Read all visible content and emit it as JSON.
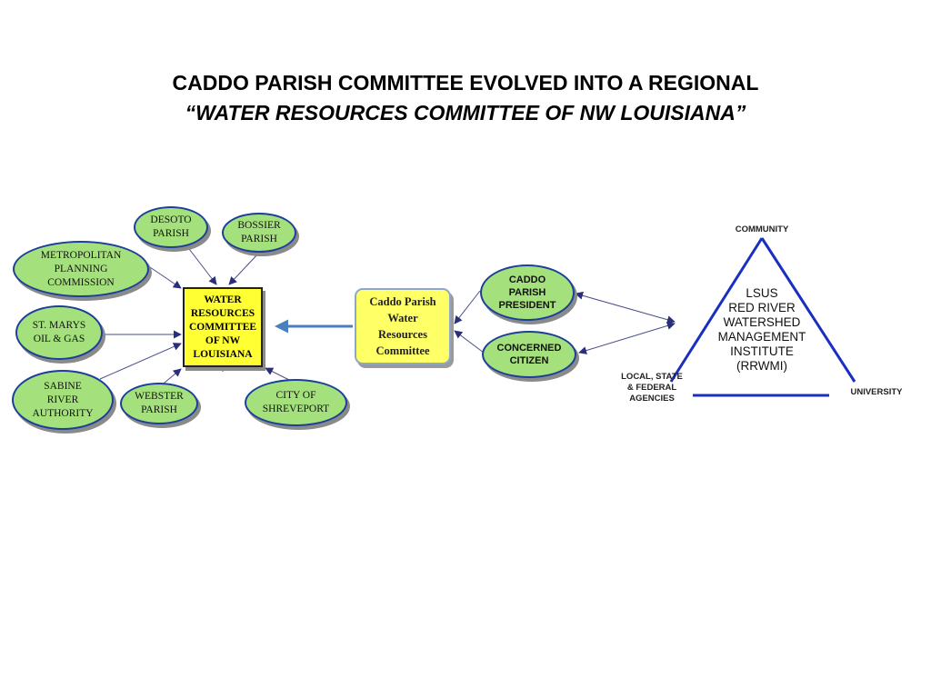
{
  "title": {
    "line1": "CADDO PARISH COMMITTEE EVOLVED INTO A REGIONAL",
    "line2": "“WATER RESOURCES COMMITTEE OF NW LOUISIANA”"
  },
  "nodes": {
    "desoto": "DESOTO\nPARISH",
    "bossier": "BOSSIER\nPARISH",
    "metropolitan": "METROPOLITAN\nPLANNING\nCOMMISSION",
    "st_marys": "ST. MARYS\nOIL & GAS",
    "sabine": "SABINE\nRIVER\nAUTHORITY",
    "webster": "WEBSTER\nPARISH",
    "shreveport": "CITY OF\nSHREVEPORT",
    "water_committee": "WATER\nRESOURCES\nCOMMITTEE\nOF NW\nLOUISIANA",
    "caddo_committee": "Caddo Parish\nWater\nResources\nCommittee",
    "caddo_president": "CADDO\nPARISH\nPRESIDENT",
    "concerned_citizen": "CONCERNED\nCITIZEN"
  },
  "triangle": {
    "top_label": "COMMUNITY",
    "left_label": "LOCAL, STATE\n& FEDERAL\nAGENCIES",
    "right_label": "UNIVERSITY",
    "center_text": "LSUS\nRED RIVER\nWATERSHED\nMANAGEMENT\nINSTITUTE\n(RRWMI)"
  },
  "colors": {
    "ellipse_fill": "#a4e07b",
    "ellipse_border": "#1c3f9a",
    "center_box_fill": "#ffff33",
    "caddo_box_fill": "#ffff66",
    "triangle_stroke": "#1a2fbf",
    "connector": "#4a4f8a",
    "big_arrow": "#4a7fbf"
  }
}
